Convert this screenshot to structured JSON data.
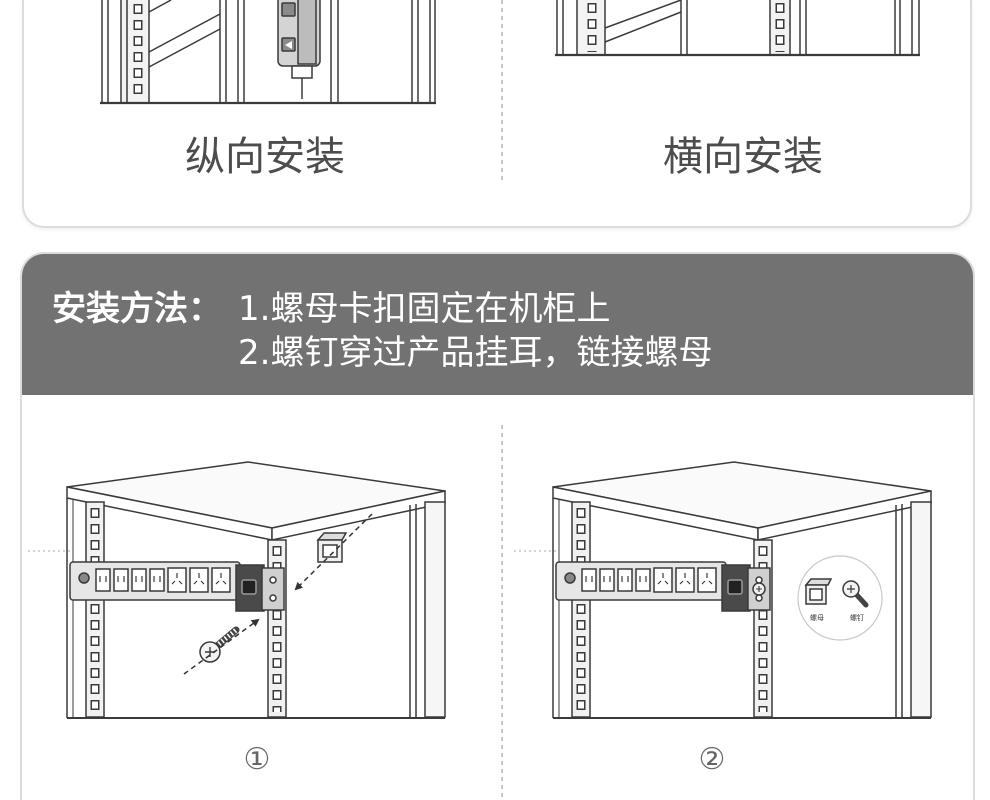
{
  "top": {
    "labels": {
      "vertical": "纵向安装",
      "horizontal": "横向安装"
    }
  },
  "method": {
    "title": "安装方法：",
    "steps": [
      "1.螺母卡扣固定在机柜上",
      "2.螺钉穿过产品挂耳，链接螺母"
    ]
  },
  "diagrams": {
    "step1_marker": "①",
    "step2_marker": "②",
    "callout": {
      "nut_label": "螺母",
      "screw_label": "螺钉"
    }
  },
  "colors": {
    "header_bg": "#727272",
    "header_text": "#ffffff",
    "label_text": "#4d4d4d",
    "card_border": "#dcdcdc"
  }
}
